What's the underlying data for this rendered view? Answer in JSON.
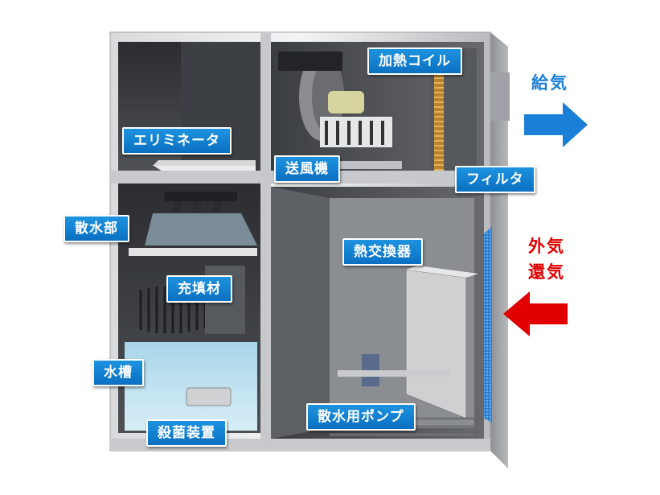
{
  "labels": {
    "eliminator": "エリミネータ",
    "fan": "送風機",
    "heating_coil": "加熱コイル",
    "filter": "フィルタ",
    "spray": "散水部",
    "packing": "充填材",
    "tank": "水槽",
    "sterilizer": "殺菌装置",
    "heat_exchanger": "熱交換器",
    "pump": "散水用ポンプ"
  },
  "flows": {
    "supply": "給気",
    "outside": "外気",
    "return": "還気"
  },
  "colors": {
    "label_bg": "#0a6fc2",
    "supply_arrow": "#1a7fd6",
    "intake_arrow": "#e00000",
    "supply_text": "#1a7fd6",
    "intake_text": "#e00000"
  }
}
